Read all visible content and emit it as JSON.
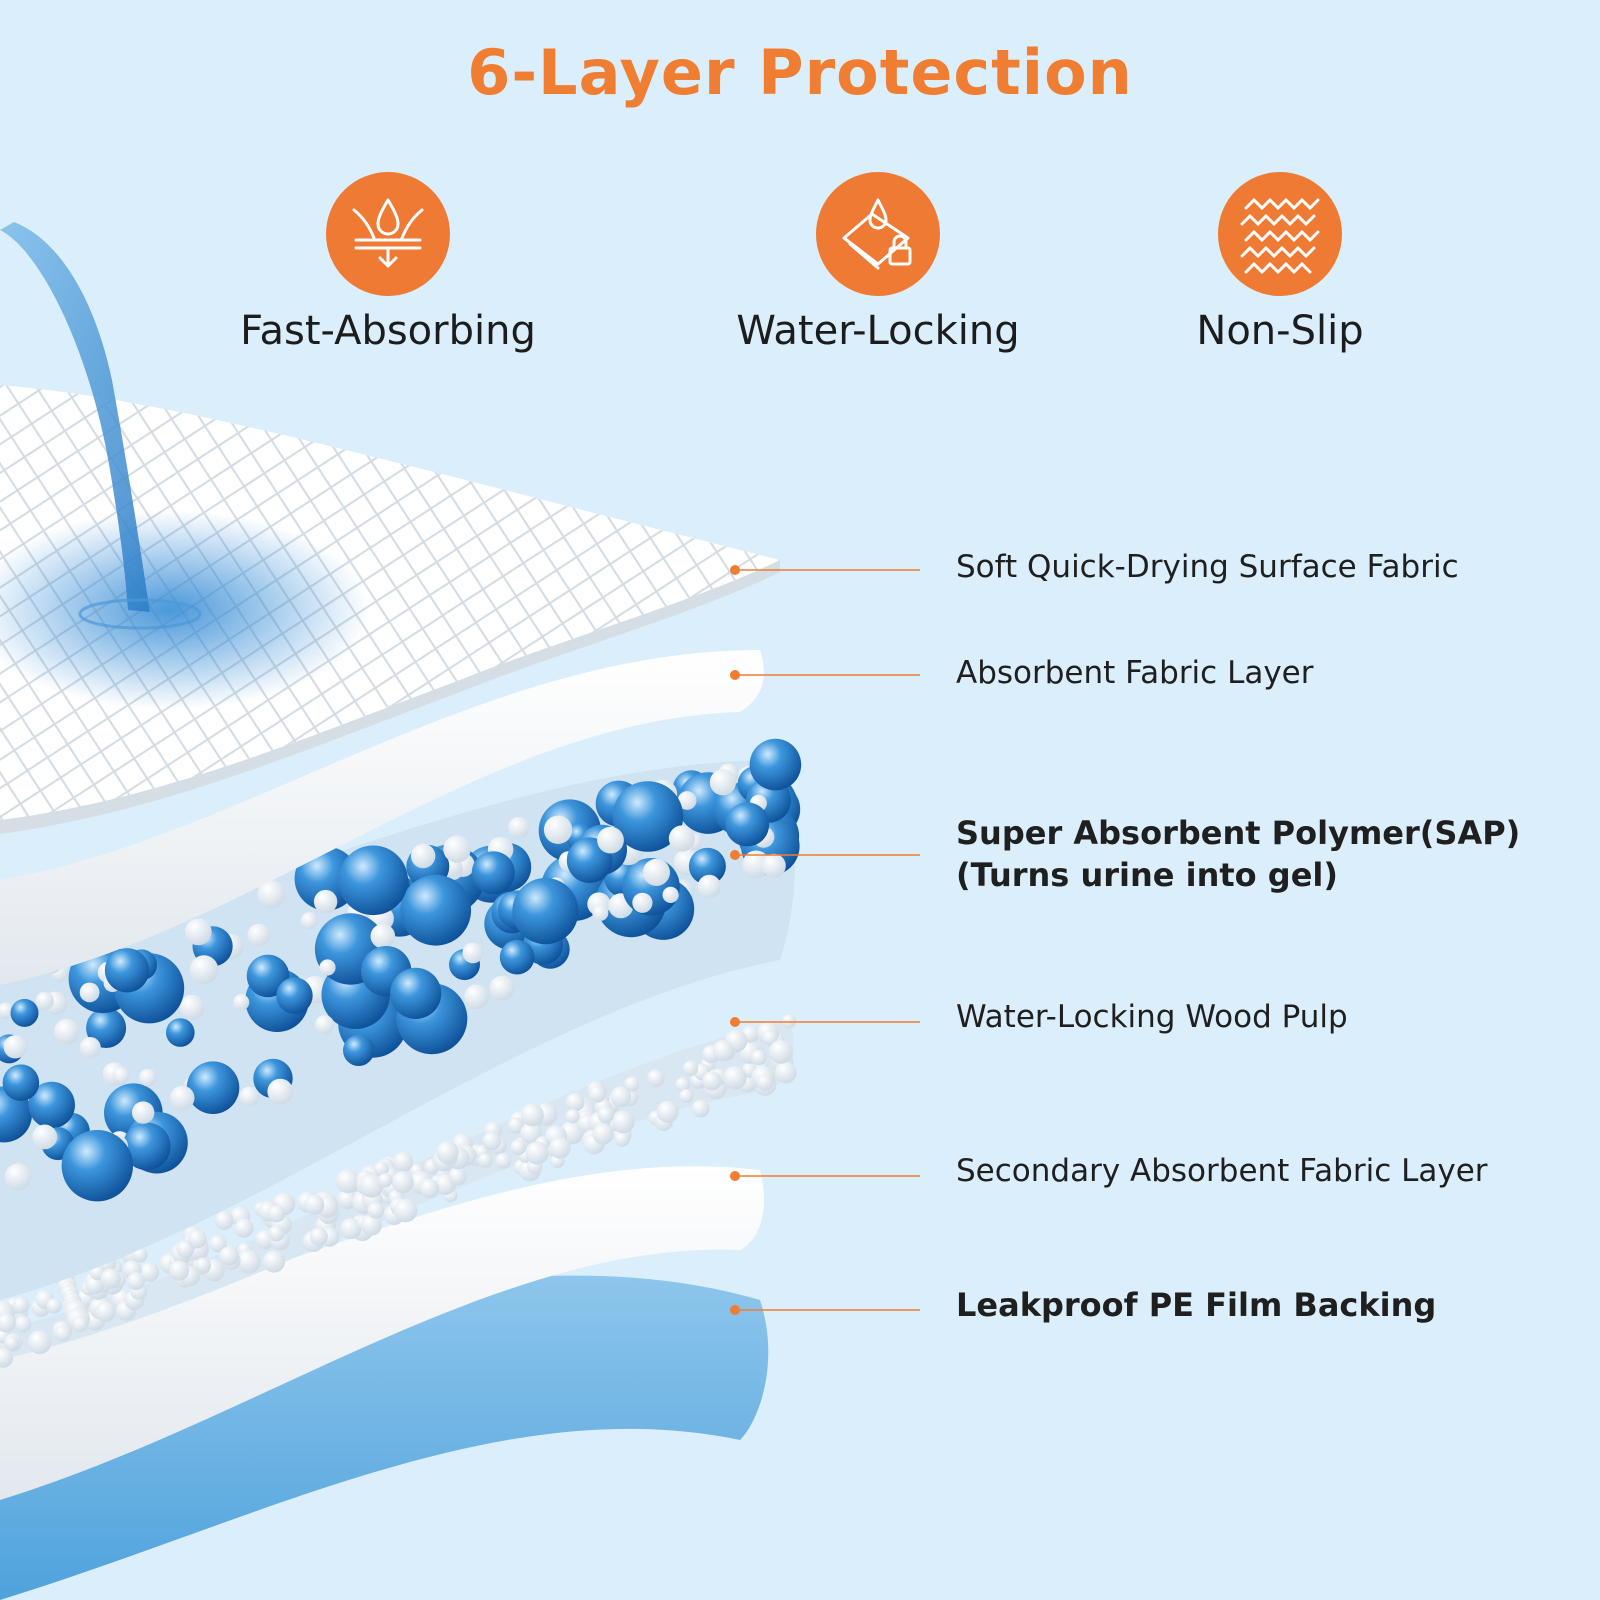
{
  "header": {
    "title": "6-Layer Protection",
    "accent_color": "#ef7d32"
  },
  "features": [
    {
      "label": "Fast-Absorbing",
      "icon": "drop-absorb-icon"
    },
    {
      "label": "Water-Locking",
      "icon": "drop-lock-icon"
    },
    {
      "label": "Non-Slip",
      "icon": "non-slip-pattern-icon"
    }
  ],
  "layers": [
    {
      "line1": "Soft Quick-Drying Surface Fabric",
      "line2": "",
      "emphasis": false
    },
    {
      "line1": "Absorbent Fabric Layer",
      "line2": "",
      "emphasis": false
    },
    {
      "line1": "Super Absorbent Polymer(SAP)",
      "line2": "(Turns urine into gel)",
      "emphasis": true
    },
    {
      "line1": "Water-Locking Wood Pulp",
      "line2": "",
      "emphasis": false
    },
    {
      "line1": "Secondary Absorbent Fabric Layer",
      "line2": "",
      "emphasis": false
    },
    {
      "line1": "Leakproof PE Film Backing",
      "line2": "",
      "emphasis": true
    }
  ]
}
